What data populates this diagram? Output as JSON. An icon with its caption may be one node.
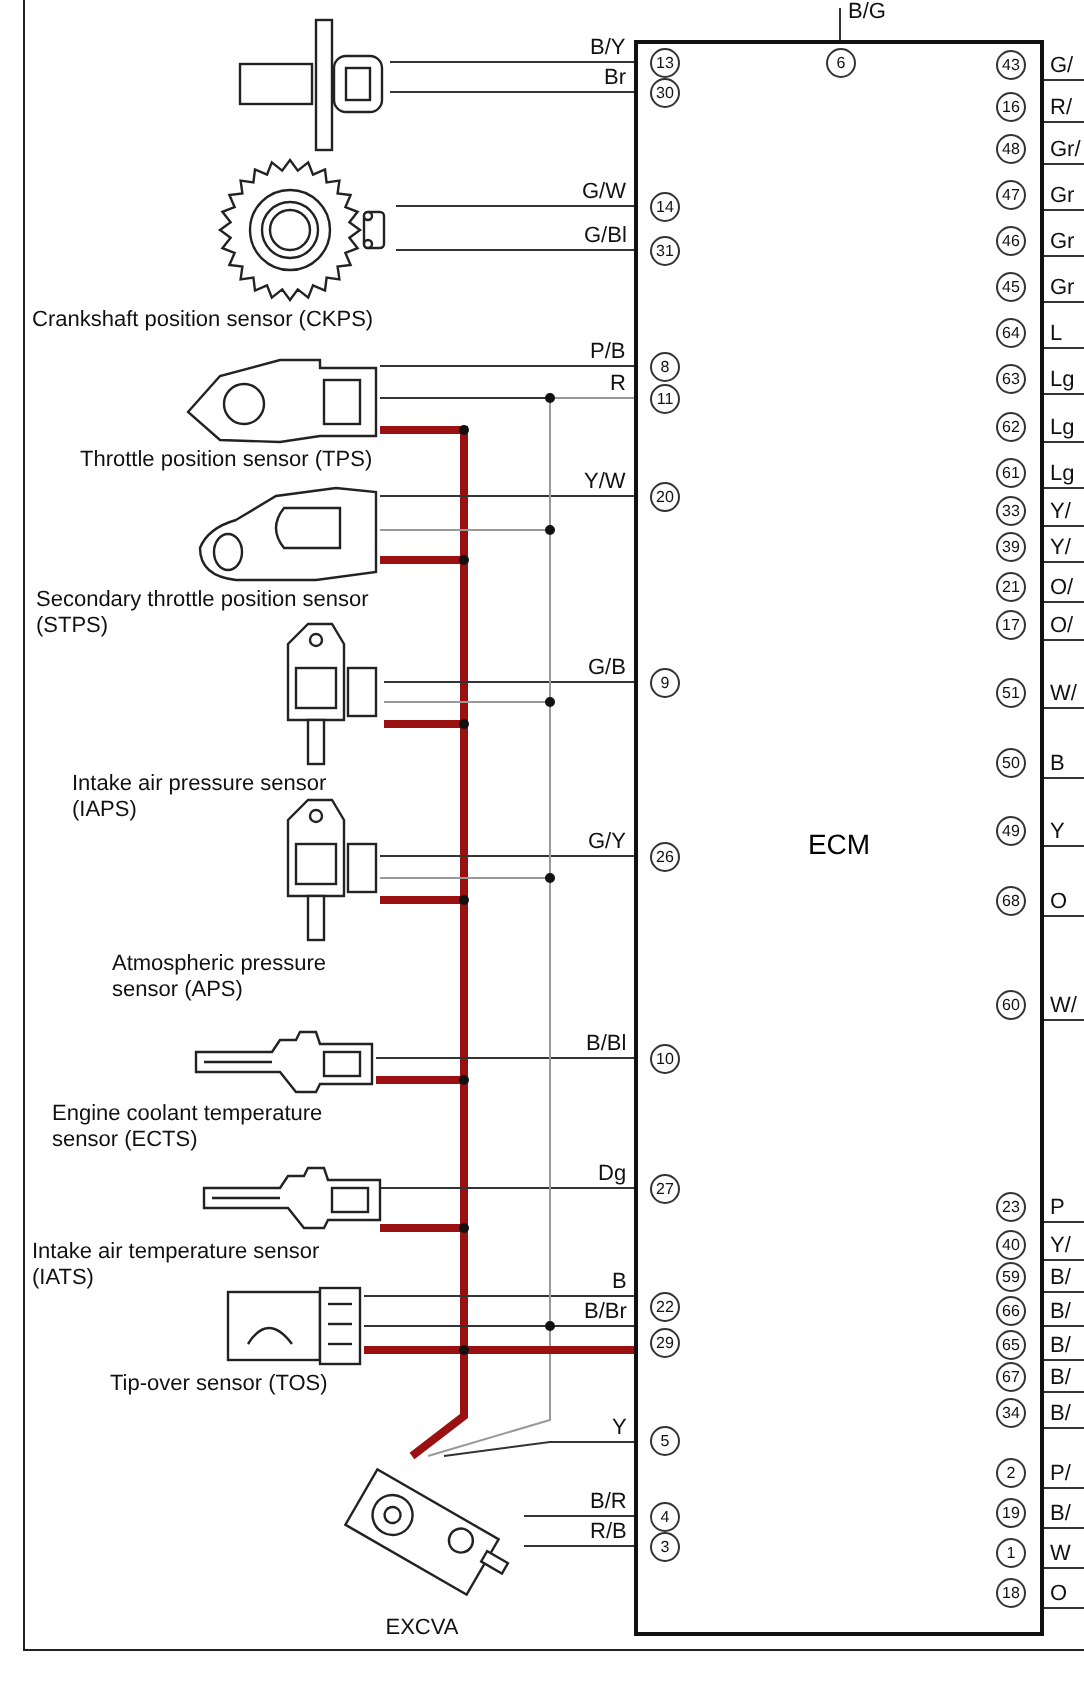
{
  "diagram": {
    "nodes": [
      {
        "text": [],
        "shape": "picture"
      },
      {
        "text": [
          "Crankshaft position sensor (CKPS)"
        ]
      },
      {
        "text": [
          "Throttle position sensor (TPS)"
        ]
      },
      {
        "text": [
          "Secondary throttle position sensor (STPS)"
        ]
      },
      {
        "text": [
          "Intake air pressure sensor (IAPS)"
        ]
      },
      {
        "text": [
          "Atmospheric pressure sensor (APS)"
        ]
      },
      {
        "text": [
          "Engine coolant temperature sensor (ECTS)"
        ]
      },
      {
        "text": [
          "Intake air temperature sensor (IATS)"
        ]
      },
      {
        "text": [
          "Tip-over sensor (TOS)"
        ]
      },
      {
        "text": [
          "EXCVA"
        ]
      },
      {
        "text": [
          "ECM"
        ]
      }
    ],
    "edges": [
      {
        "from": 0,
        "to": 10,
        "arrow": "none",
        "label": "B/Y"
      },
      {
        "from": 0,
        "to": 10,
        "arrow": "none",
        "label": "Br"
      },
      {
        "from": 1,
        "to": 10,
        "arrow": "none",
        "label": "G/W"
      },
      {
        "from": 1,
        "to": 10,
        "arrow": "none",
        "label": "G/Bl"
      },
      {
        "from": 2,
        "to": 10,
        "arrow": "none",
        "label": "P/B"
      },
      {
        "from": 2,
        "to": 10,
        "arrow": "none",
        "label": "R"
      },
      {
        "from": 2,
        "to": 10,
        "arrow": "none",
        "style": "thick",
        "color": "#9b1111"
      },
      {
        "from": 3,
        "to": 10,
        "arrow": "none",
        "label": "Y/W"
      },
      {
        "from": 3,
        "to": 10,
        "arrow": "none",
        "color": "#999999"
      },
      {
        "from": 3,
        "to": 10,
        "arrow": "none",
        "style": "thick",
        "color": "#9b1111"
      },
      {
        "from": 4,
        "to": 10,
        "arrow": "none",
        "label": "G/B"
      },
      {
        "from": 4,
        "to": 10,
        "arrow": "none",
        "color": "#999999"
      },
      {
        "from": 4,
        "to": 10,
        "arrow": "none",
        "style": "thick",
        "color": "#9b1111"
      },
      {
        "from": 5,
        "to": 10,
        "arrow": "none",
        "label": "G/Y"
      },
      {
        "from": 5,
        "to": 10,
        "arrow": "none",
        "color": "#999999"
      },
      {
        "from": 5,
        "to": 10,
        "arrow": "none",
        "style": "thick",
        "color": "#9b1111"
      },
      {
        "from": 6,
        "to": 10,
        "arrow": "none",
        "label": "B/Bl"
      },
      {
        "from": 6,
        "to": 10,
        "arrow": "none",
        "style": "thick",
        "color": "#9b1111"
      },
      {
        "from": 7,
        "to": 10,
        "arrow": "none",
        "label": "Dg"
      },
      {
        "from": 7,
        "to": 10,
        "arrow": "none",
        "style": "thick",
        "color": "#9b1111"
      },
      {
        "from": 8,
        "to": 10,
        "arrow": "none",
        "label": "B"
      },
      {
        "from": 8,
        "to": 10,
        "arrow": "none",
        "label": "B/Br"
      },
      {
        "from": 8,
        "to": 10,
        "arrow": "none",
        "style": "thick",
        "color": "#9b1111"
      },
      {
        "from": 9,
        "to": 10,
        "arrow": "none",
        "label": "Y"
      },
      {
        "from": 9,
        "to": 10,
        "arrow": "none",
        "color": "#999999"
      },
      {
        "from": 9,
        "to": 10,
        "arrow": "none",
        "style": "thick",
        "color": "#9b1111"
      },
      {
        "from": 9,
        "to": 10,
        "arrow": "none",
        "label": "B/R"
      },
      {
        "from": 9,
        "to": 10,
        "arrow": "none",
        "label": "R/B"
      },
      {
        "from": 10,
        "to": null,
        "arrow": "none",
        "label": "B/G"
      },
      {
        "from": 10,
        "to": null,
        "arrow": "none",
        "label": "G/"
      },
      {
        "from": 10,
        "to": null,
        "arrow": "none",
        "label": "R/"
      },
      {
        "from": 10,
        "to": null,
        "arrow": "none",
        "label": "Gr/"
      },
      {
        "from": 10,
        "to": null,
        "arrow": "none",
        "label": "Gr"
      },
      {
        "from": 10,
        "to": null,
        "arrow": "none",
        "label": "Gr"
      },
      {
        "from": 10,
        "to": null,
        "arrow": "none",
        "label": "Gr"
      },
      {
        "from": 10,
        "to": null,
        "arrow": "none",
        "label": "L"
      },
      {
        "from": 10,
        "to": null,
        "arrow": "none",
        "label": "Lg"
      },
      {
        "from": 10,
        "to": null,
        "arrow": "none",
        "label": "Lg"
      },
      {
        "from": 10,
        "to": null,
        "arrow": "none",
        "label": "Lg"
      },
      {
        "from": 10,
        "to": null,
        "arrow": "none",
        "label": "Y/"
      },
      {
        "from": 10,
        "to": null,
        "arrow": "none",
        "label": "Y/"
      },
      {
        "from": 10,
        "to": null,
        "arrow": "none",
        "label": "O/"
      },
      {
        "from": 10,
        "to": null,
        "arrow": "none",
        "label": "O/"
      },
      {
        "from": 10,
        "to": null,
        "arrow": "none",
        "label": "W/"
      },
      {
        "from": 10,
        "to": null,
        "arrow": "none",
        "label": "B"
      },
      {
        "from": 10,
        "to": null,
        "arrow": "none",
        "label": "Y"
      },
      {
        "from": 10,
        "to": null,
        "arrow": "none",
        "label": "O"
      },
      {
        "from": 10,
        "to": null,
        "arrow": "none",
        "label": "W/"
      },
      {
        "from": 10,
        "to": null,
        "arrow": "none",
        "label": "P"
      },
      {
        "from": 10,
        "to": null,
        "arrow": "none",
        "label": "Y/"
      },
      {
        "from": 10,
        "to": null,
        "arrow": "none",
        "label": "B/"
      },
      {
        "from": 10,
        "to": null,
        "arrow": "none",
        "label": "B/"
      },
      {
        "from": 10,
        "to": null,
        "arrow": "none",
        "label": "B/"
      },
      {
        "from": 10,
        "to": null,
        "arrow": "none",
        "label": "B/"
      },
      {
        "from": 10,
        "to": null,
        "arrow": "none",
        "label": "B/"
      },
      {
        "from": 10,
        "to": null,
        "arrow": "none",
        "label": "P/"
      },
      {
        "from": 10,
        "to": null,
        "arrow": "none",
        "label": "B/"
      },
      {
        "from": 10,
        "to": null,
        "arrow": "none",
        "label": "W"
      },
      {
        "from": 10,
        "to": null,
        "arrow": "none",
        "label": "O"
      }
    ],
    "labels": [
      "13",
      "30",
      "14",
      "31",
      "8",
      "11",
      "20",
      "9",
      "26",
      "10",
      "27",
      "22",
      "29",
      "5",
      "4",
      "3",
      "6",
      "43",
      "16",
      "48",
      "47",
      "46",
      "45",
      "64",
      "63",
      "62",
      "61",
      "33",
      "39",
      "21",
      "17",
      "51",
      "50",
      "49",
      "68",
      "60",
      "23",
      "40",
      "59",
      "66",
      "65",
      "67",
      "34",
      "2",
      "19",
      "1",
      "18"
    ]
  }
}
